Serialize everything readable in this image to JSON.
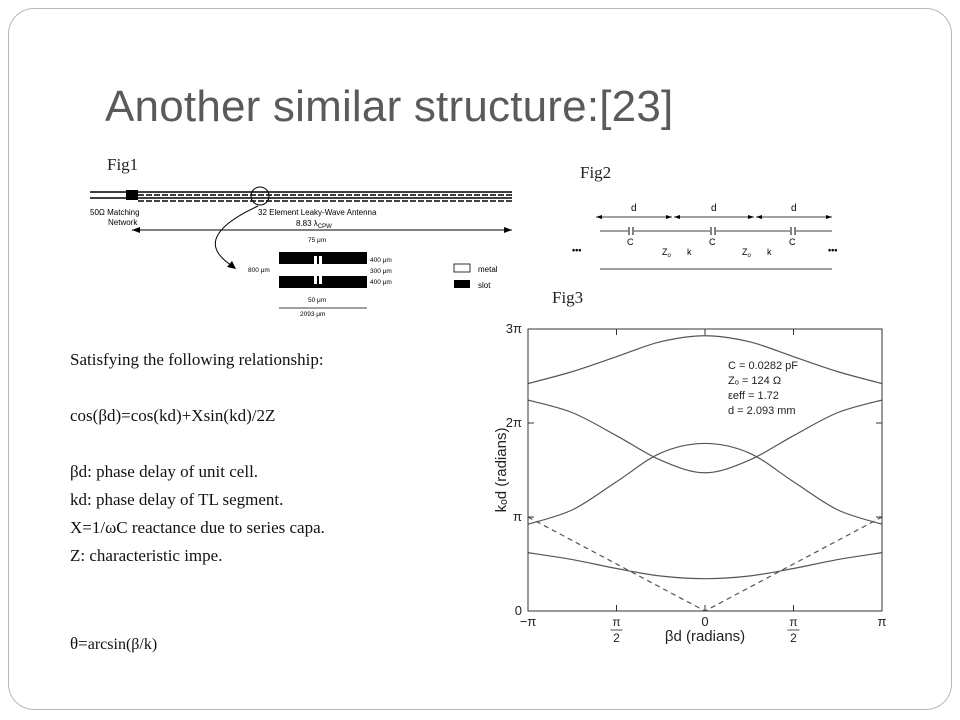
{
  "slide": {
    "title": "Another similar structure:[23]",
    "fig1_label": "Fig1",
    "fig2_label": "Fig2",
    "fig3_label": "Fig3"
  },
  "fig1": {
    "left_label_1": "50Ω  Matching",
    "left_label_2": "Network",
    "antenna_label": "32 Element Leaky-Wave Antenna",
    "length_label": "8.83 λ",
    "length_sub": "CPW",
    "dim_75": "75 μm",
    "dim_800": "800 μm",
    "dim_400a": "400 μm",
    "dim_300": "300 μm",
    "dim_400b": "400 μm",
    "dim_50": "50 μm",
    "dim_2093": "2093 μm",
    "legend_metal": "metal",
    "legend_slot": "slot"
  },
  "fig2": {
    "d_labels": [
      "d",
      "d",
      "d"
    ],
    "c_labels": [
      "C",
      "C",
      "C"
    ],
    "z_labels": [
      "Z",
      "Z"
    ],
    "z_sub": "o",
    "k_labels": [
      "k",
      "k"
    ],
    "ellipsis": "•••"
  },
  "text": {
    "line1": "Satisfying the following relationship:",
    "line2": "cos(βd)=cos(kd)+Xsin(kd)/2Z",
    "line3": "βd: phase delay of unit cell.",
    "line4": "kd: phase delay of TL segment.",
    "line5": "X=1/ωC  reactance due to series capa.",
    "line6": "Z: characteristic impe.",
    "line7a": "θ=",
    "line7b": "arcsin(β/k)"
  },
  "chart_data": {
    "type": "line",
    "xlabel": "βd (radians)",
    "ylabel": "kₒd (radians)",
    "xlim": [
      -3.1416,
      3.1416
    ],
    "ylim": [
      0,
      9.4248
    ],
    "x_ticks": [
      {
        "value": -3.1416,
        "label": "−π"
      },
      {
        "value": -1.5708,
        "label_num": "π",
        "label_den": "2"
      },
      {
        "value": 0,
        "label": "0"
      },
      {
        "value": 1.5708,
        "label_num": "π",
        "label_den": "2"
      },
      {
        "value": 3.1416,
        "label": "π"
      }
    ],
    "y_ticks": [
      {
        "value": 0,
        "label": "0"
      },
      {
        "value": 3.1416,
        "label": "π"
      },
      {
        "value": 6.2832,
        "label": "2π"
      },
      {
        "value": 9.4248,
        "label": "3π"
      }
    ],
    "grid": false,
    "annotation_lines": [
      "C  = 0.0282 pF",
      "Zₒ = 124    Ω",
      "εeff = 1.72",
      "d  = 2.093 mm"
    ],
    "series": [
      {
        "style": "solid",
        "x": [
          -3.1416,
          -2.3562,
          -1.5708,
          -0.7854,
          0,
          0.7854,
          1.5708,
          2.3562,
          3.1416
        ],
        "y": [
          1.95,
          1.72,
          1.42,
          1.17,
          1.08,
          1.17,
          1.42,
          1.72,
          1.95
        ]
      },
      {
        "style": "solid",
        "x": [
          -3.1416,
          -2.3562,
          -1.5708,
          -0.7854,
          0,
          0.7854,
          1.5708,
          2.3562,
          3.1416
        ],
        "y": [
          2.9,
          3.38,
          4.32,
          5.28,
          5.6,
          5.28,
          4.32,
          3.38,
          2.9
        ]
      },
      {
        "style": "solid",
        "x": [
          -3.1416,
          -2.3562,
          -1.5708,
          -0.7854,
          0,
          0.7854,
          1.5708,
          2.3562,
          3.1416
        ],
        "y": [
          7.05,
          6.63,
          5.86,
          5.04,
          4.62,
          5.04,
          5.86,
          6.63,
          7.05
        ]
      },
      {
        "style": "solid",
        "x": [
          -3.1416,
          -2.3562,
          -1.5708,
          -0.7854,
          0,
          0.7854,
          1.5708,
          2.3562,
          3.1416
        ],
        "y": [
          7.6,
          8.0,
          8.5,
          9.0,
          9.2,
          9.0,
          8.5,
          8.0,
          7.6
        ]
      },
      {
        "style": "dashed",
        "x": [
          -3.1416,
          0,
          3.1416
        ],
        "y": [
          3.1416,
          0,
          3.1416
        ]
      }
    ]
  }
}
